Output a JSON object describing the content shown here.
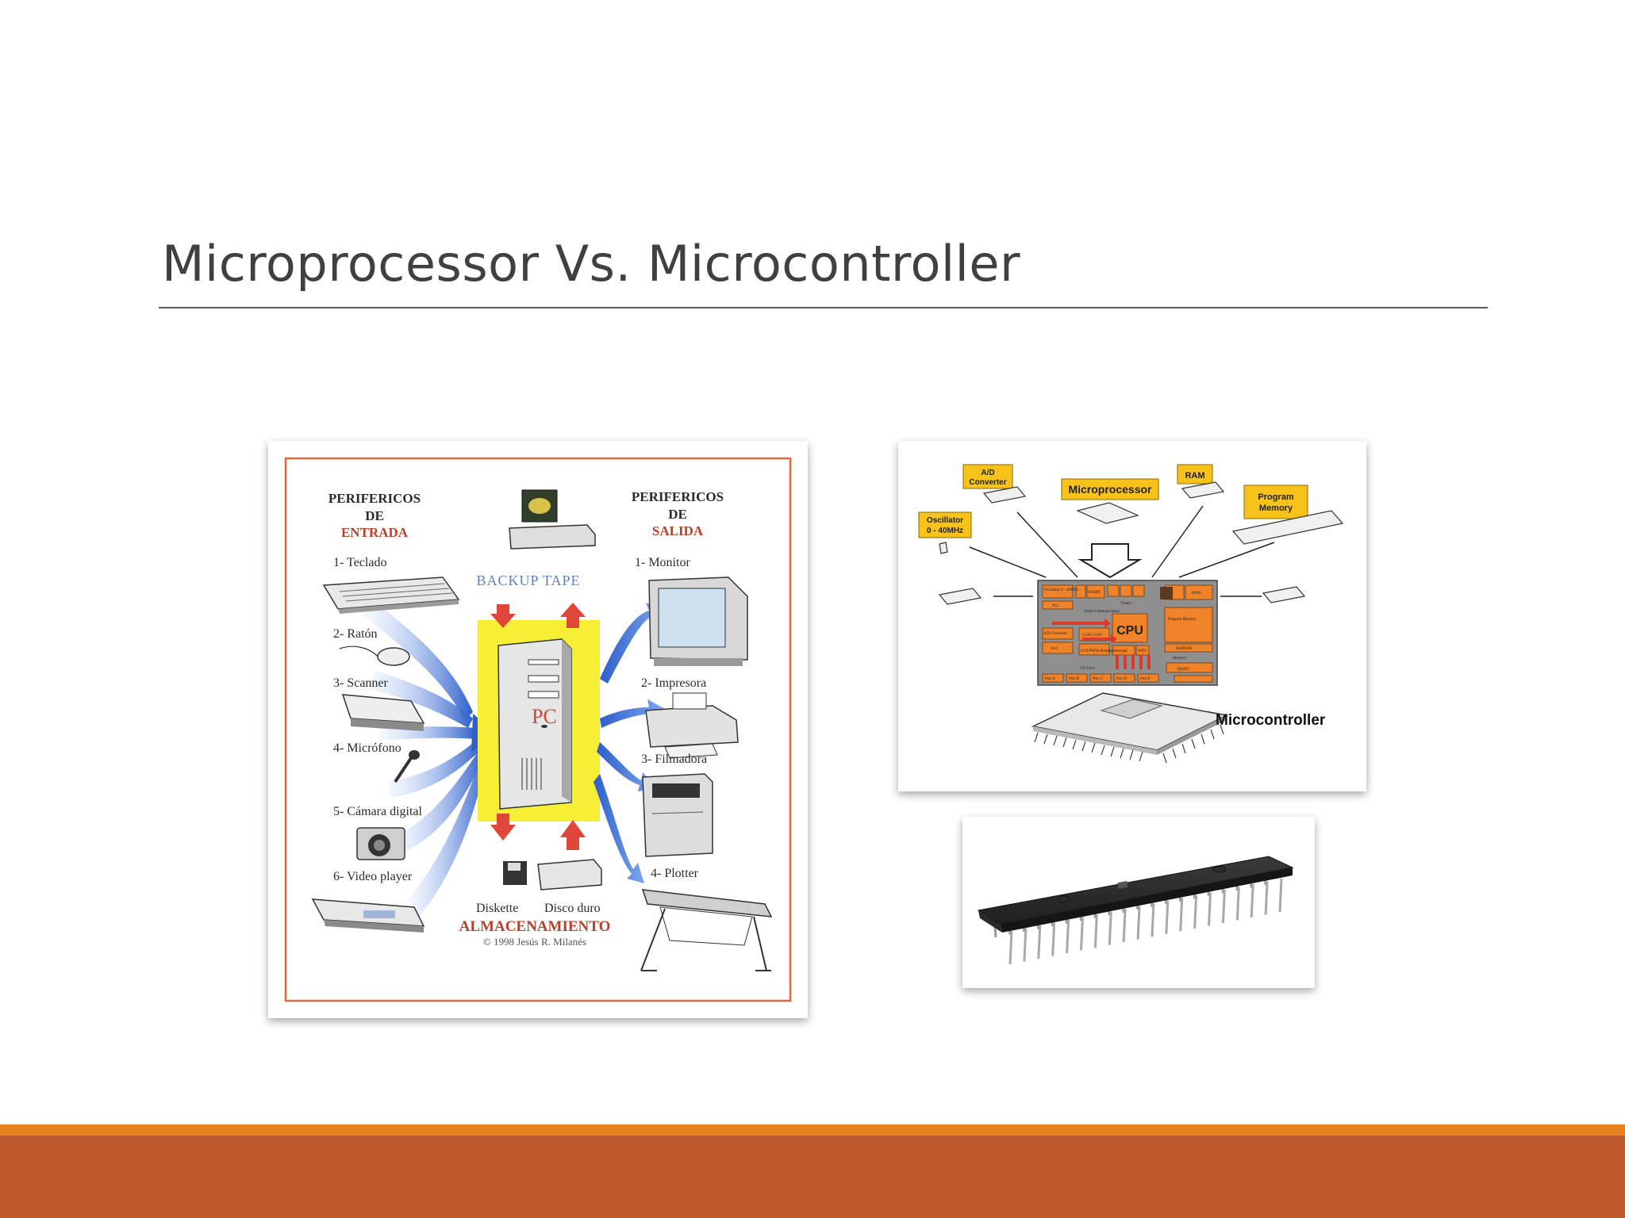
{
  "slide": {
    "title": "Microprocessor Vs. Microcontroller"
  },
  "peripherals": {
    "input_heading": [
      "PERIFERICOS",
      "DE",
      "ENTRADA"
    ],
    "output_heading": [
      "PERIFERICOS",
      "DE",
      "SALIDA"
    ],
    "input_items": [
      "1- Teclado",
      "2- Ratón",
      "3- Scanner",
      "4- Micrófono",
      "5- Cámara digital",
      "6- Video player"
    ],
    "output_items": [
      "1- Monitor",
      "2- Impresora",
      "3- Filmadora",
      "4- Plotter"
    ],
    "backup_label": "BACKUP TAPE",
    "pc_label": "PC",
    "storage_items": [
      "Diskette",
      "Disco duro"
    ],
    "storage_heading": "ALMACENAMIENTO",
    "copyright": "© 1998 Jesús R. Milanés"
  },
  "mcu_diagram": {
    "ad_converter": [
      "A/D",
      "Converter"
    ],
    "microprocessor": "Microprocessor",
    "ram": "RAM",
    "oscillator": [
      "Oscillator",
      "0 - 40MHz"
    ],
    "program_memory": [
      "Program",
      "Memory"
    ],
    "cpu": "CPU",
    "microcontroller": "Microcontroller",
    "block_labels": [
      "Oscillator 0 - 40MHz",
      "PLL",
      "USART",
      "Timers",
      "RAM",
      "Program Memory",
      "EEPROM",
      "Memory",
      "A/D Converter",
      "Vref",
      "CCP1 CCP2",
      "CCP/PWM Modules",
      "Interrupt",
      "WDT",
      "RESET",
      "I/O Ports",
      "Port A",
      "Port B",
      "Port C",
      "Port D",
      "Port E",
      "Serial Communication"
    ]
  },
  "colors": {
    "title": "#404040",
    "strip_light": "#e8821c",
    "strip_dark": "#bd582c",
    "label_yellow": "#f7c31a",
    "block_orange": "#f0822a",
    "arrow_red": "#d93a2b",
    "arrow_blue": "#3a6fd0",
    "pc_yellow": "#f7ef36"
  }
}
